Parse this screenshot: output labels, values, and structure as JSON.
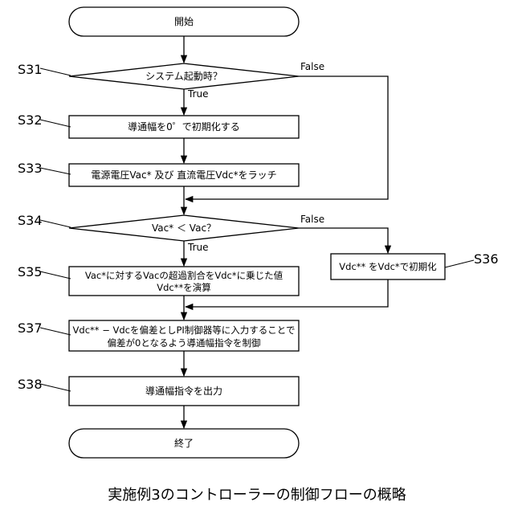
{
  "nodes": {
    "start": "開始",
    "s31": "システム起動時？",
    "s32": "導通幅を0゜で初期化する",
    "s33": "電源電圧Vac* 及び 直流電圧Vdc*をラッチ",
    "s34": "Vac*  ＜  Vac？",
    "s35_line1": "Vac*に対するVacの超過割合をVdc*に乗じた値",
    "s35_line2": "Vdc**を演算",
    "s36": "Vdc** をVdc*で初期化",
    "s37_line1": "Vdc** − Vdcを偏差としPI制御器等に入力することで",
    "s37_line2": "偏差が0となるよう導通幅指令を制御",
    "s38": "導通幅指令を出力",
    "end": "終了"
  },
  "step_labels": {
    "s31": "S31",
    "s32": "S32",
    "s33": "S33",
    "s34": "S34",
    "s35": "S35",
    "s36": "S36",
    "s37": "S37",
    "s38": "S38"
  },
  "branch_labels": {
    "s31_true": "True",
    "s31_false": "False",
    "s34_true": "True",
    "s34_false": "False"
  },
  "caption": "実施例3のコントローラーの制御フローの概略"
}
